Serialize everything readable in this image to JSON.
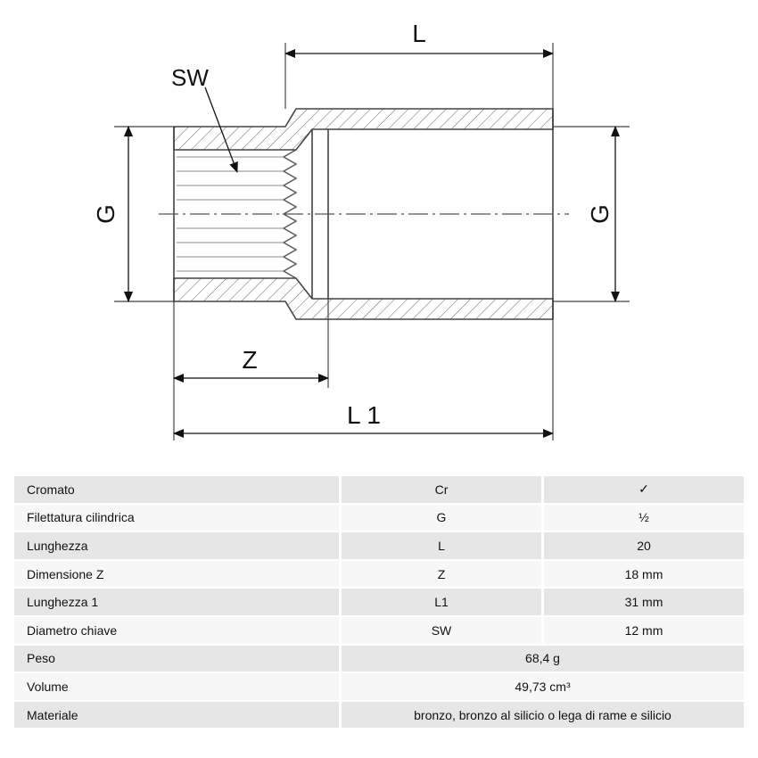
{
  "drawing": {
    "labels": {
      "sw": "SW",
      "l": "L",
      "g_left": "G",
      "g_right": "G",
      "z": "Z",
      "l1": "L 1"
    }
  },
  "table": {
    "rows": [
      {
        "name": "Cromato",
        "symbol": "Cr",
        "value": "✓"
      },
      {
        "name": "Filettatura cilindrica",
        "symbol": "G",
        "value": "½"
      },
      {
        "name": "Lunghezza",
        "symbol": "L",
        "value": "20"
      },
      {
        "name": "Dimensione Z",
        "symbol": "Z",
        "value": "18 mm"
      },
      {
        "name": "Lunghezza 1",
        "symbol": "L1",
        "value": "31 mm"
      },
      {
        "name": "Diametro chiave",
        "symbol": "SW",
        "value": "12 mm"
      },
      {
        "name": "Peso",
        "value": "68,4 g"
      },
      {
        "name": "Volume",
        "value": "49,73 cm³"
      },
      {
        "name": "Materiale",
        "value": "bronzo, bronzo al silicio o lega di rame e silicio"
      }
    ]
  }
}
